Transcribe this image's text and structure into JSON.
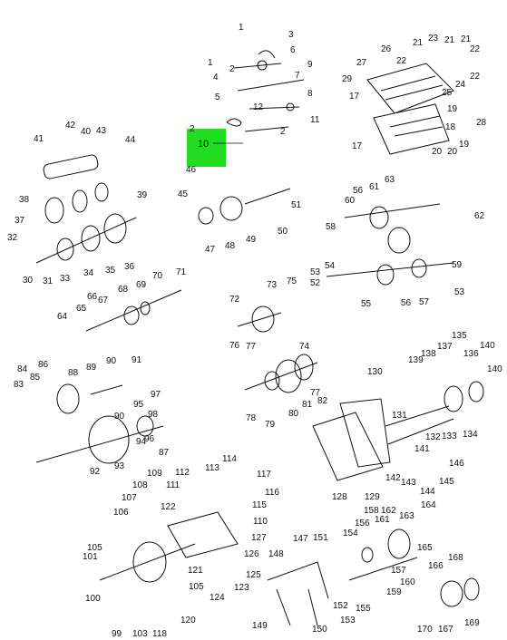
{
  "diagram": {
    "highlight_color": "#22dd22",
    "highlight_label": "10",
    "labels": [
      "1",
      "2",
      "3",
      "4",
      "5",
      "6",
      "7",
      "8",
      "9",
      "11",
      "12",
      "17",
      "18",
      "19",
      "20",
      "21",
      "22",
      "23",
      "24",
      "25",
      "26",
      "27",
      "28",
      "29",
      "30",
      "31",
      "32",
      "33",
      "34",
      "35",
      "36",
      "37",
      "38",
      "39",
      "40",
      "41",
      "42",
      "43",
      "44",
      "45",
      "46",
      "47",
      "48",
      "49",
      "50",
      "51",
      "52",
      "53",
      "54",
      "55",
      "56",
      "57",
      "58",
      "59",
      "60",
      "61",
      "62",
      "63",
      "64",
      "65",
      "66",
      "67",
      "68",
      "69",
      "70",
      "71",
      "72",
      "73",
      "74",
      "75",
      "76",
      "77",
      "78",
      "79",
      "80",
      "81",
      "82",
      "83",
      "84",
      "85",
      "86",
      "87",
      "88",
      "89",
      "90",
      "91",
      "92",
      "93",
      "94",
      "95",
      "96",
      "97",
      "98",
      "99",
      "100",
      "101",
      "103",
      "105",
      "106",
      "107",
      "108",
      "109",
      "110",
      "111",
      "112",
      "113",
      "114",
      "115",
      "116",
      "117",
      "118",
      "120",
      "121",
      "122",
      "123",
      "124",
      "125",
      "126",
      "127",
      "128",
      "129",
      "130",
      "131",
      "132",
      "133",
      "134",
      "135",
      "136",
      "137",
      "138",
      "139",
      "140",
      "141",
      "142",
      "143",
      "144",
      "145",
      "146",
      "147",
      "148",
      "149",
      "150",
      "151",
      "152",
      "153",
      "154",
      "155",
      "156",
      "157",
      "158",
      "159",
      "160",
      "161",
      "162",
      "163",
      "164",
      "165",
      "166",
      "167",
      "168",
      "169",
      "170"
    ]
  }
}
